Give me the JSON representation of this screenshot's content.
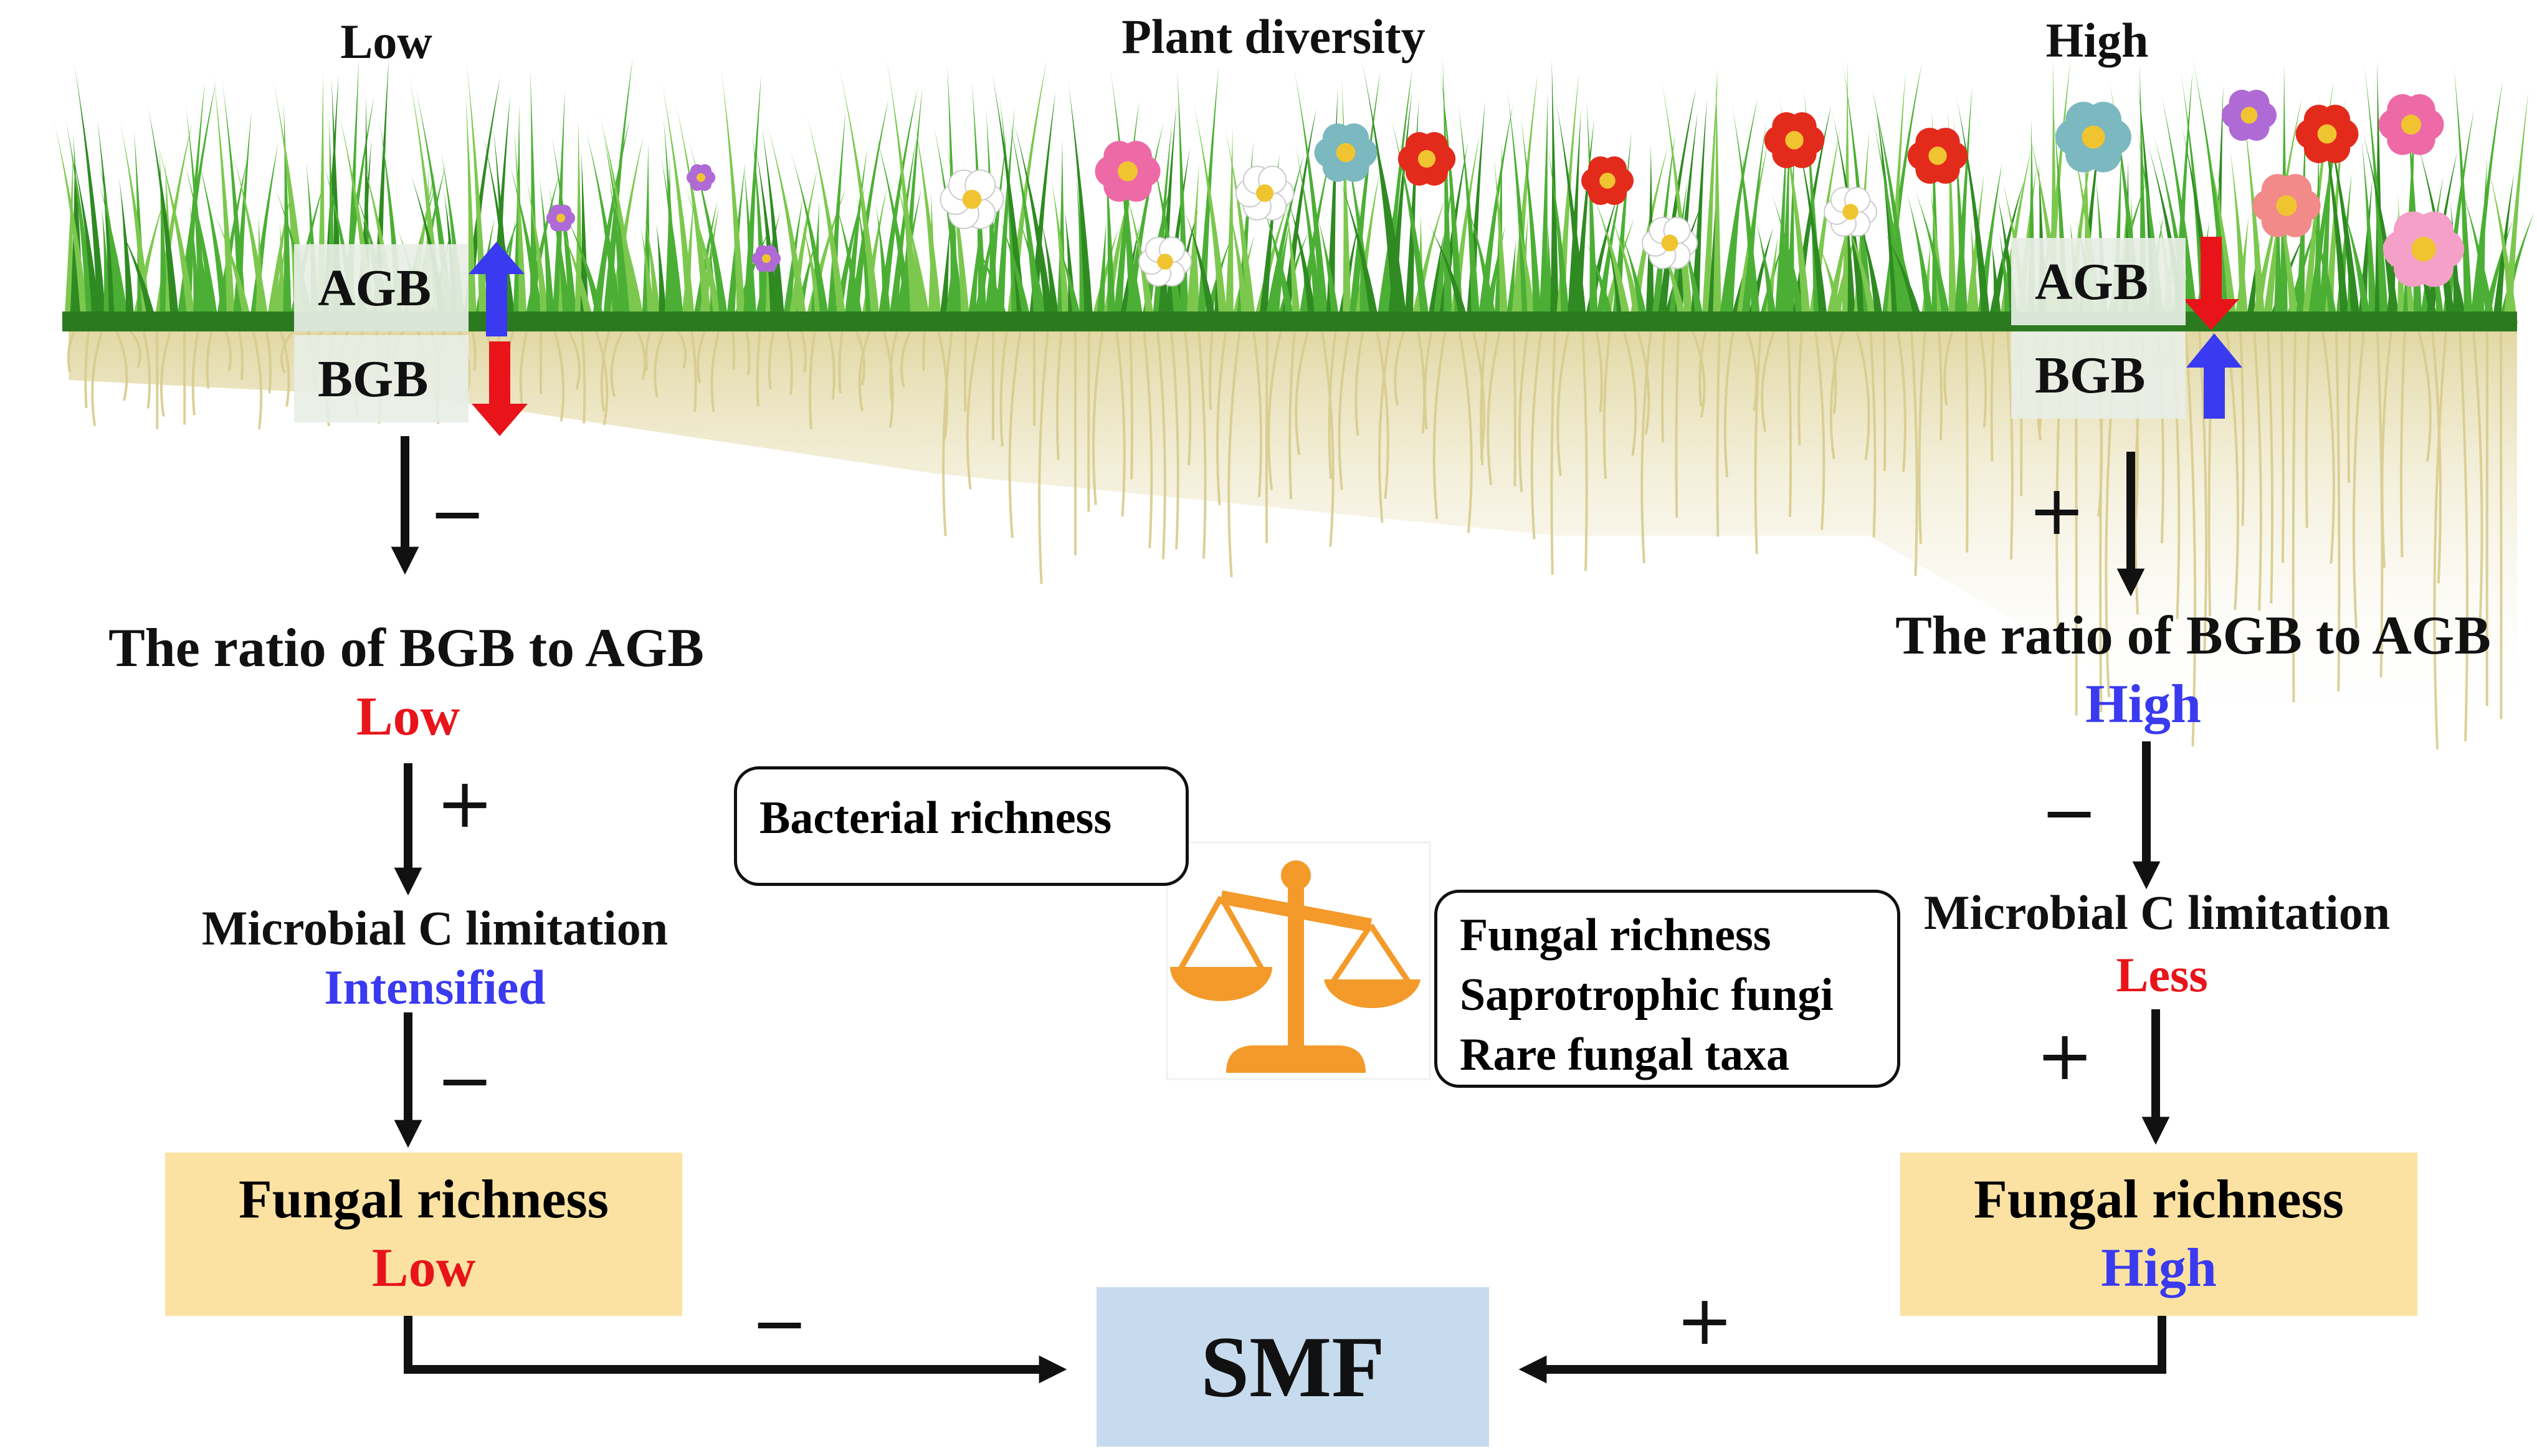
{
  "header": {
    "low": "Low",
    "title": "Plant diversity",
    "high": "High"
  },
  "left": {
    "agb": "AGB",
    "bgb": "BGB",
    "sign1": "−",
    "ratio_label": "The ratio of BGB to AGB",
    "ratio_value": "Low",
    "sign2": "+",
    "microbial_label": "Microbial C limitation",
    "microbial_value": "Intensified",
    "sign3": "−",
    "fungal_label": "Fungal richness",
    "fungal_value": "Low",
    "sign4": "−"
  },
  "right": {
    "agb": "AGB",
    "bgb": "BGB",
    "sign1": "+",
    "ratio_label": "The ratio of BGB to AGB",
    "ratio_value": "High",
    "sign2": "−",
    "microbial_label": "Microbial C limitation",
    "microbial_value": "Less",
    "sign3": "+",
    "fungal_label": "Fungal richness",
    "fungal_value": "High",
    "sign4": "+"
  },
  "center": {
    "bacterial": "Bacterial richness",
    "fungal_lines": [
      "Fungal richness",
      "Saprotrophic fungi",
      "Rare fungal taxa"
    ],
    "smf": "SMF"
  },
  "colors": {
    "red": "#e8141a",
    "blue": "#3a3af0",
    "arrow": "#111111",
    "box_fill": "#fbe2a2",
    "smf_fill": "#c7dbee",
    "scale": "#f39a2b",
    "grass": "#3f9e2c",
    "roots": "#ddd3a0"
  },
  "icons": [
    "balance-scale-icon",
    "grass-strip",
    "roots-strip",
    "flower-icon"
  ]
}
